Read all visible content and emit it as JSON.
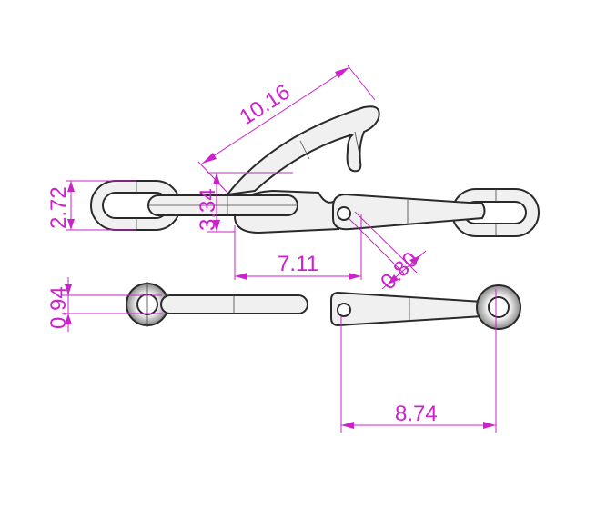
{
  "drawing": {
    "dimension_color": "#cc22cc",
    "dimensions": {
      "hook_length": "10.16",
      "link_height": "2.72",
      "hook_gap": "3.34",
      "hook_span": "7.11",
      "pin_hole": "0.80",
      "ring_thickness": "0.94",
      "latch_length": "8.74"
    }
  }
}
